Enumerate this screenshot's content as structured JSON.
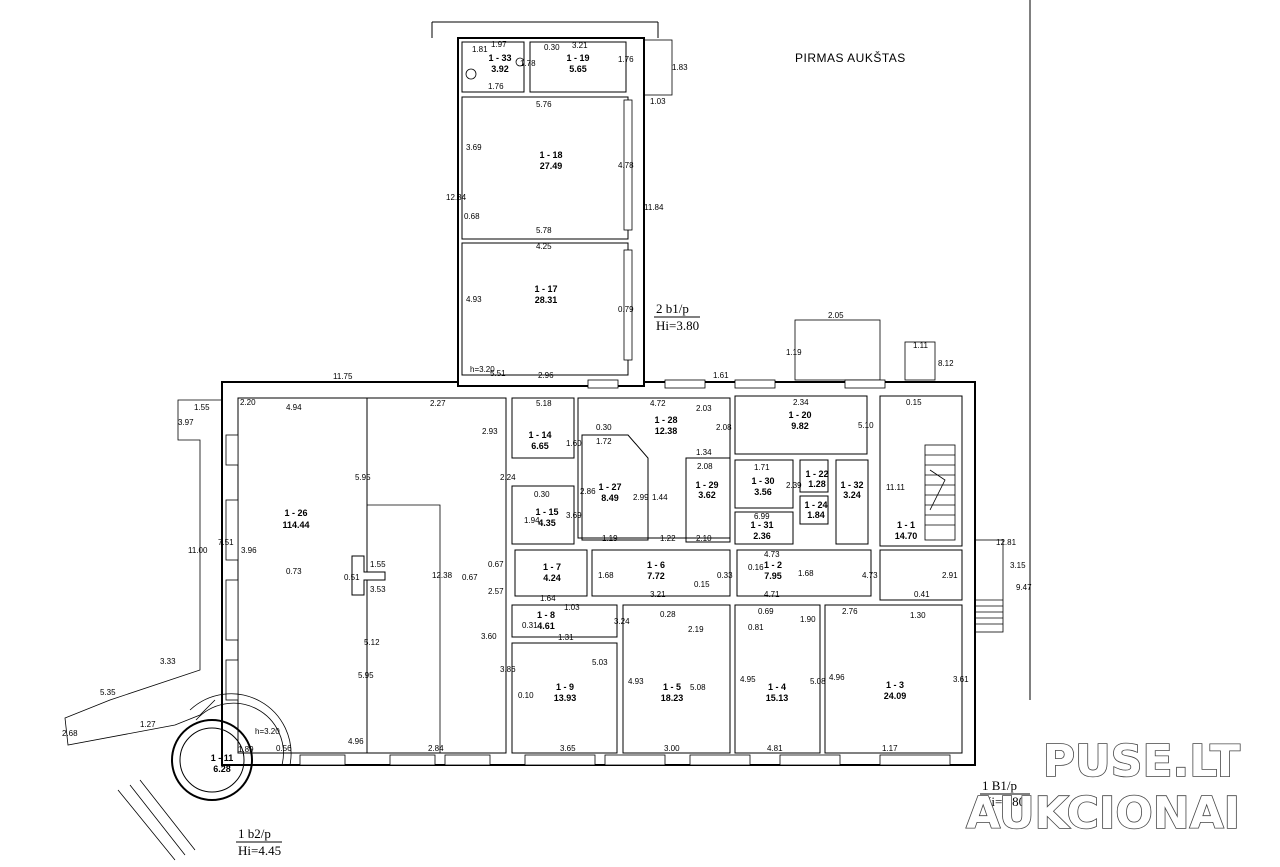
{
  "title": "PIRMAS AUKŠTAS",
  "watermark": [
    "PUSE.LT",
    "AUKCIONAI"
  ],
  "blocks": [
    {
      "name": "2 b1/p",
      "height": "Hi=3.80"
    },
    {
      "name": "1 B1/p",
      "height": "Hi=7.80"
    },
    {
      "name": "1 b2/p",
      "height": "Hi=4.45"
    }
  ],
  "rooms": [
    {
      "id": "1 - 33",
      "area": "3.92"
    },
    {
      "id": "1 - 19",
      "area": "5.65"
    },
    {
      "id": "1 - 18",
      "area": "27.49"
    },
    {
      "id": "1 - 17",
      "area": "28.31"
    },
    {
      "id": "1 - 26",
      "area": "114.44"
    },
    {
      "id": "1 - 14",
      "area": "6.65"
    },
    {
      "id": "1 - 15",
      "area": "4.35"
    },
    {
      "id": "1 - 27",
      "area": "8.49"
    },
    {
      "id": "1 - 28",
      "area": "12.38"
    },
    {
      "id": "1 - 20",
      "area": "9.82"
    },
    {
      "id": "1 - 29",
      "area": "3.62"
    },
    {
      "id": "1 - 30",
      "area": "3.56"
    },
    {
      "id": "1 - 31",
      "area": "2.36"
    },
    {
      "id": "1 - 22",
      "area": "1.28"
    },
    {
      "id": "1 - 24",
      "area": "1.84"
    },
    {
      "id": "1 - 32",
      "area": "3.24"
    },
    {
      "id": "1 - 1",
      "area": "14.70"
    },
    {
      "id": "1 - 7",
      "area": "4.24"
    },
    {
      "id": "1 - 6",
      "area": "7.72"
    },
    {
      "id": "1 - 2",
      "area": "7.95"
    },
    {
      "id": "1 - 8",
      "area": "4.61"
    },
    {
      "id": "1 - 9",
      "area": "13.93"
    },
    {
      "id": "1 - 5",
      "area": "18.23"
    },
    {
      "id": "1 - 4",
      "area": "15.13"
    },
    {
      "id": "1 - 3",
      "area": "24.09"
    },
    {
      "id": "1 - 11",
      "area": "6.28"
    }
  ],
  "dimensions": [
    "1.97",
    "0.30",
    "3.21",
    "1.83",
    "1.76",
    "5.76",
    "1.03",
    "3.69",
    "4.78",
    "11.84",
    "12.34",
    "5.78",
    "4.25",
    "4.93",
    "0.79",
    "0.68",
    "h=3.20",
    "5.51",
    "2.96",
    "2.05",
    "1.19",
    "1.11",
    "8.12",
    "11.75",
    "1.61",
    "1.55",
    "3.97",
    "4.94",
    "2.27",
    "5.18",
    "4.72",
    "2.34",
    "0.15",
    "2.93",
    "1.60",
    "1.72",
    "0.30",
    "2.03",
    "2.08",
    "5.10",
    "5.95",
    "2.24",
    "0.30",
    "1.94",
    "3.69",
    "2.86",
    "2.99",
    "1.44",
    "1.34",
    "2.08",
    "1.71",
    "2.39",
    "1.19",
    "1.22",
    "2.10",
    "6.99",
    "11.11",
    "7.51",
    "11.00",
    "3.96",
    "0.73",
    "1.55",
    "0.51",
    "3.53",
    "12.38",
    "0.67",
    "0.67",
    "2.57",
    "1.64",
    "1.68",
    "0.33",
    "0.15",
    "0.16",
    "1.68",
    "4.73",
    "4.73",
    "4.71",
    "3.21",
    "1.03",
    "0.31",
    "3.60",
    "1.31",
    "3.24",
    "0.28",
    "2.19",
    "0.69",
    "0.81",
    "1.90",
    "2.76",
    "0.41",
    "2.91",
    "1.30",
    "12.81",
    "3.15",
    "9.47",
    "5.12",
    "5.95",
    "3.86",
    "0.10",
    "5.03",
    "4.93",
    "5.08",
    "4.95",
    "5.08",
    "4.96",
    "3.61",
    "3.65",
    "3.00",
    "4.81",
    "1.17",
    "3.33",
    "5.35",
    "1.27",
    "2.68",
    "0.56",
    "4.96",
    "2.84",
    "1.89",
    "h=3.20",
    "2.20",
    "1.76",
    "1.81",
    "1.78"
  ]
}
